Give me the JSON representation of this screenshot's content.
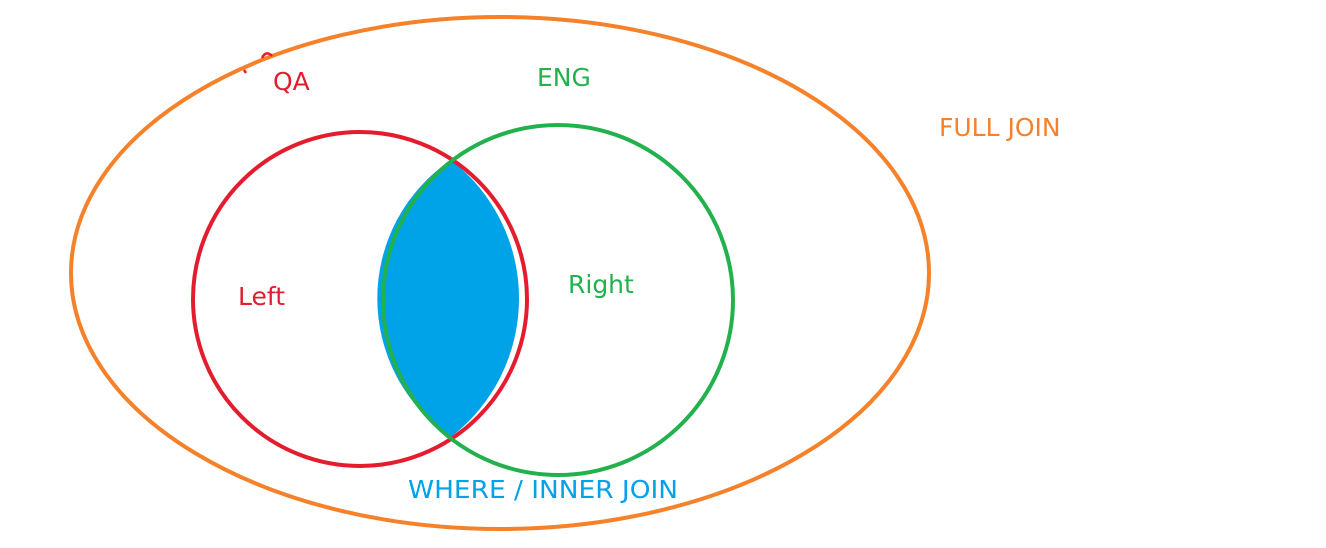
{
  "labels": {
    "qa": "QA",
    "eng": "ENG",
    "full_join": "FULL JOIN",
    "left": "Left",
    "right": "Right",
    "inner_join": "WHERE / INNER JOIN"
  },
  "colors": {
    "full_join": "#f5822b",
    "qa": "#e31c2e",
    "eng": "#22b14c",
    "inner_join": "#00a2e8",
    "background": "#ffffff"
  }
}
